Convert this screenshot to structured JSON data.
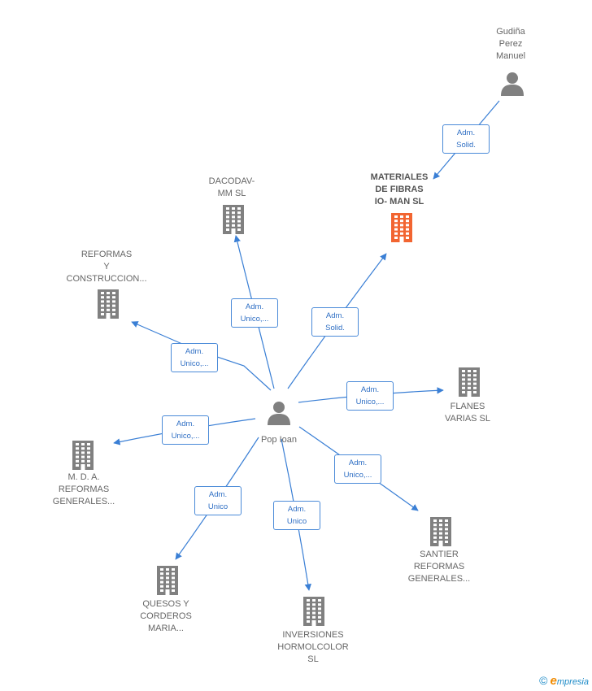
{
  "colors": {
    "edge": "#3a7fd5",
    "icon": "#808080",
    "highlight": "#f26531"
  },
  "center": {
    "label": "Pop Ioan",
    "icon": "person-icon"
  },
  "nodes": [
    {
      "id": "gudina",
      "label": "Gudiña\nPerez\nManuel",
      "icon": "person-icon"
    },
    {
      "id": "materiales",
      "label": "MATERIALES\nDE FIBRAS\nIO- MAN SL",
      "icon": "building-icon",
      "highlight": true
    },
    {
      "id": "dacodav",
      "label": "DACODAV-\nMM SL",
      "icon": "building-icon"
    },
    {
      "id": "reformas_y",
      "label": "REFORMAS\nY\nCONSTRUCCION...",
      "icon": "building-icon"
    },
    {
      "id": "flanes",
      "label": "FLANES\nVARIAS SL",
      "icon": "building-icon"
    },
    {
      "id": "mda",
      "label": "M. D. A.\nREFORMAS\nGENERALES...",
      "icon": "building-icon"
    },
    {
      "id": "santier",
      "label": "SANTIER\nREFORMAS\nGENERALES...",
      "icon": "building-icon"
    },
    {
      "id": "quesos",
      "label": "QUESOS Y\nCORDEROS\nMARIA...",
      "icon": "building-icon"
    },
    {
      "id": "inversiones",
      "label": "INVERSIONES\nHORMOLCOLOR\nSL",
      "icon": "building-icon"
    }
  ],
  "edges": [
    {
      "from": "gudina",
      "to": "materiales",
      "label": "Adm.\nSolid."
    },
    {
      "from": "center",
      "to": "materiales",
      "label": "Adm.\nSolid."
    },
    {
      "from": "center",
      "to": "dacodav",
      "label": "Adm.\nUnico,..."
    },
    {
      "from": "center",
      "to": "reformas_y",
      "label": "Adm.\nUnico,..."
    },
    {
      "from": "center",
      "to": "flanes",
      "label": "Adm.\nUnico,..."
    },
    {
      "from": "center",
      "to": "mda",
      "label": "Adm.\nUnico,..."
    },
    {
      "from": "center",
      "to": "santier",
      "label": "Adm.\nUnico,..."
    },
    {
      "from": "center",
      "to": "quesos",
      "label": "Adm.\nUnico"
    },
    {
      "from": "center",
      "to": "inversiones",
      "label": "Adm.\nUnico"
    }
  ],
  "footer": {
    "copyright": "©",
    "brand_initial": "e",
    "brand_rest": "mpresia"
  }
}
